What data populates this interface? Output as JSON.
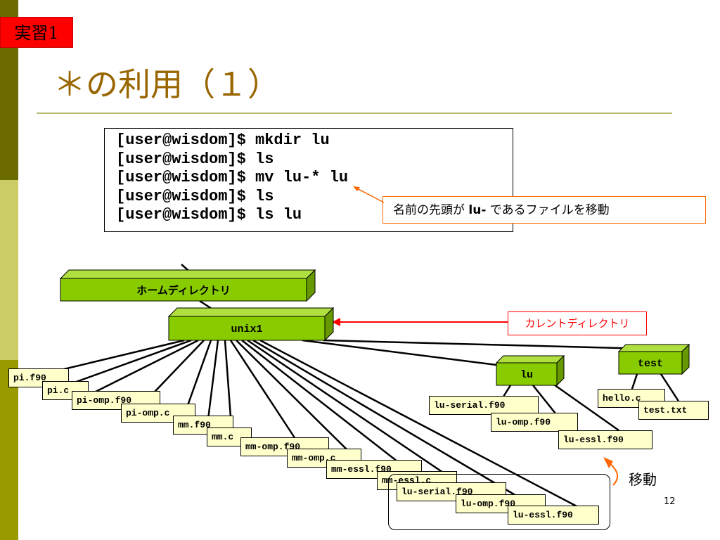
{
  "badge": "実習1",
  "title": "＊の利用（１）",
  "terminal": {
    "lines": [
      "[user@wisdom]$ mkdir lu",
      "[user@wisdom]$ ls",
      "[user@wisdom]$ mv lu-* lu",
      "[user@wisdom]$ ls",
      "[user@wisdom]$ ls lu"
    ]
  },
  "callout": {
    "pre": "名前の先頭が ",
    "bold": "lu-",
    "post": " であるファイルを移動"
  },
  "directories": {
    "home": "ホームディレクトリ",
    "unix1": "unix1",
    "lu": "lu",
    "test": "test"
  },
  "current_dir_label": "カレントディレクトリ",
  "move_label": "移動",
  "page_number": "12",
  "files": {
    "f01": "pi.f90",
    "f02": "pi.c",
    "f03": "pi-omp.f90",
    "f04": "pi-omp.c",
    "f05": "mm.f90",
    "f06": "mm.c",
    "f07": "mm-omp.f90",
    "f08": "mm-omp.c",
    "f09": "mm-essl.f90",
    "f10": "mm-essl.c",
    "f11": "lu-serial.f90",
    "f12": "lu-omp.f90",
    "f13": "lu-essl.f90",
    "l1": "lu-serial.f90",
    "l2": "lu-omp.f90",
    "l3": "lu-essl.f90",
    "t1": "hello.c",
    "t2": "test.txt"
  },
  "colors": {
    "accent_title": "#996600",
    "dir_green": "#88cc00",
    "file_fill": "#ffffcc",
    "arrow_red": "#ff0000",
    "callout_border": "#ff6600"
  }
}
